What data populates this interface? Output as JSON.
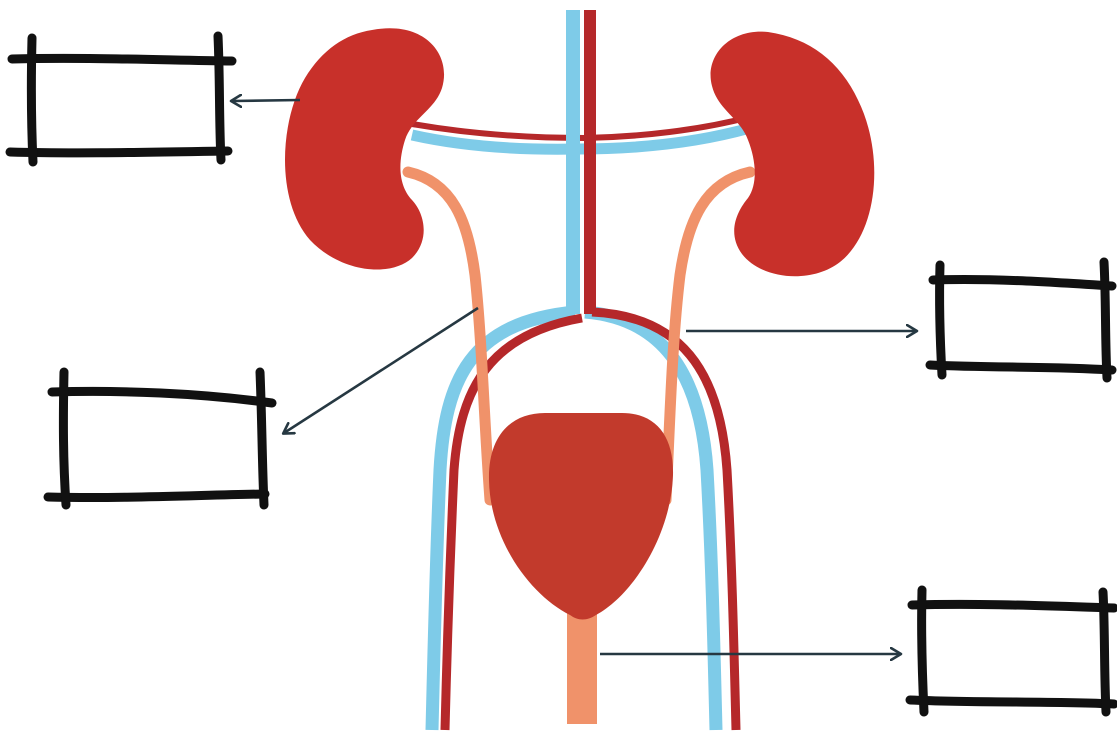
{
  "diagram": {
    "colors": {
      "background": "#ffffff",
      "organ_red": "#c8302a",
      "artery_red": "#b5282a",
      "vein_blue": "#7ecbe8",
      "ureter_orange": "#f0926a",
      "outline_black": "#111111",
      "pointer_arrow": "#263842"
    },
    "organs": [
      "left-kidney",
      "right-kidney",
      "bladder",
      "urethra"
    ],
    "vessels": [
      "aorta",
      "vena-cava",
      "renal-artery",
      "renal-vein",
      "ureter-left",
      "ureter-right"
    ],
    "labels": [
      {
        "id": "label-box-1",
        "text": ""
      },
      {
        "id": "label-box-2",
        "text": ""
      },
      {
        "id": "label-box-3",
        "text": ""
      },
      {
        "id": "label-box-4",
        "text": ""
      }
    ]
  }
}
